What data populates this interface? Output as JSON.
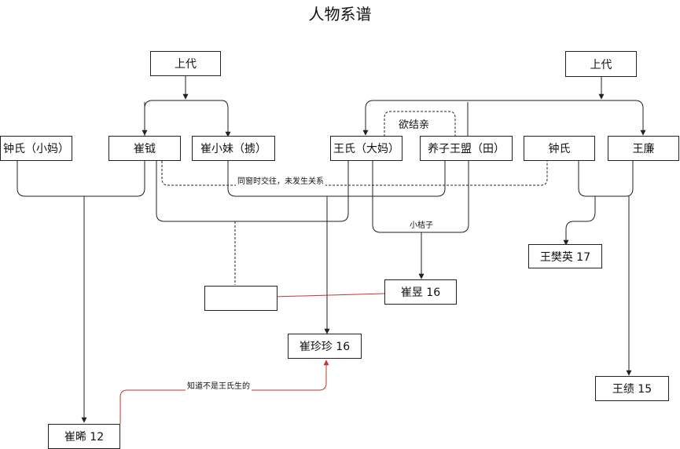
{
  "title": "人物系谱",
  "nodes": {
    "ancestor_left": "上代",
    "ancestor_right": "上代",
    "zhong_shi_xiao_ma": "钟氏（小妈）",
    "cui_yue": "崔钺",
    "cui_xiao_mei": "崔小妹（掳）",
    "wang_shi_da_ma": "王氏（大妈）",
    "yang_zi_wang_meng": "养子王盟（田）",
    "zhong_shi": "钟氏",
    "wang_lian": "王廉",
    "wang_fan_ying": "王樊英  17",
    "unknown_child": "",
    "cui_yu": "崔昱  16",
    "cui_zhen_zhen": "崔珍珍  16",
    "wang_ji": "王绩  15",
    "cui_xi": "崔晞  12"
  },
  "labels": {
    "marriage_intent": "欲结亲",
    "classmates_note": "同窗时交往，未发生关系",
    "xiao_jiezi": "小桔子",
    "knows_not_wang": "知道不是王氏生的"
  },
  "colors": {
    "line": "#222222",
    "red": "#c0392b"
  }
}
